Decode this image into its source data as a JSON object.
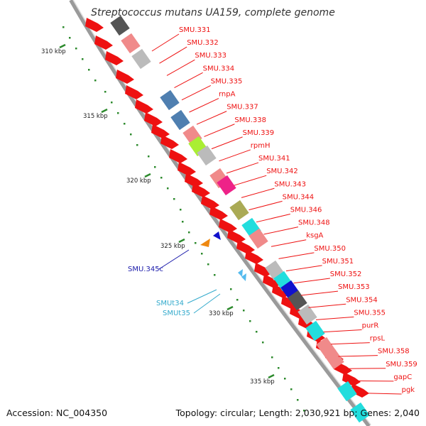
{
  "title": "Streptococcus mutans UA159, complete genome",
  "footer": {
    "accession": "Accession: NC_004350",
    "summary": "Topology: circular; Length: 2,030,921 bp; Genes: 2,040"
  },
  "colors": {
    "cds_red": "#ee1111",
    "backbone": "#9a9a9a",
    "tick": "#2d8a2d",
    "label_red": "#ee1111",
    "label_blue": "#1a1aaa",
    "label_cyan": "#33aacc",
    "gene_light_red": "#f08a8a",
    "gene_grey": "#bbbbbb",
    "gene_dark_grey": "#555555",
    "gene_steel_blue": "#4f7fb0",
    "gene_lime": "#aaee33",
    "gene_pink": "#ee2288",
    "gene_olive": "#aaaa55",
    "gene_cyan": "#22dddd",
    "gene_blue": "#1111cc",
    "gene_orange": "#ee8811"
  },
  "ticks": [
    {
      "label": "310 kbp"
    },
    {
      "label": "315 kbp"
    },
    {
      "label": "320 kbp"
    },
    {
      "label": "325 kbp"
    },
    {
      "label": "330 kbp"
    },
    {
      "label": "335 kbp"
    }
  ],
  "right_labels": [
    "SMU.331",
    "SMU.332",
    "SMU.333",
    "SMU.334",
    "SMU.335",
    "rnpA",
    "SMU.337",
    "SMU.338",
    "SMU.339",
    "rpmH",
    "SMU.341",
    "SMU.342",
    "SMU.343",
    "SMU.344",
    "SMU.346",
    "SMU.348",
    "ksgA",
    "SMU.350",
    "SMU.351",
    "SMU.352",
    "SMU.353",
    "SMU.354",
    "SMU.355",
    "purR",
    "rpsL",
    "SMU.358",
    "SMU.359",
    "gapC",
    "pgk"
  ],
  "left_labels": [
    {
      "text": "SMU.345c",
      "color": "blue"
    },
    {
      "text": "SMUt34",
      "color": "cyan"
    },
    {
      "text": "SMUt35",
      "color": "cyan"
    }
  ]
}
